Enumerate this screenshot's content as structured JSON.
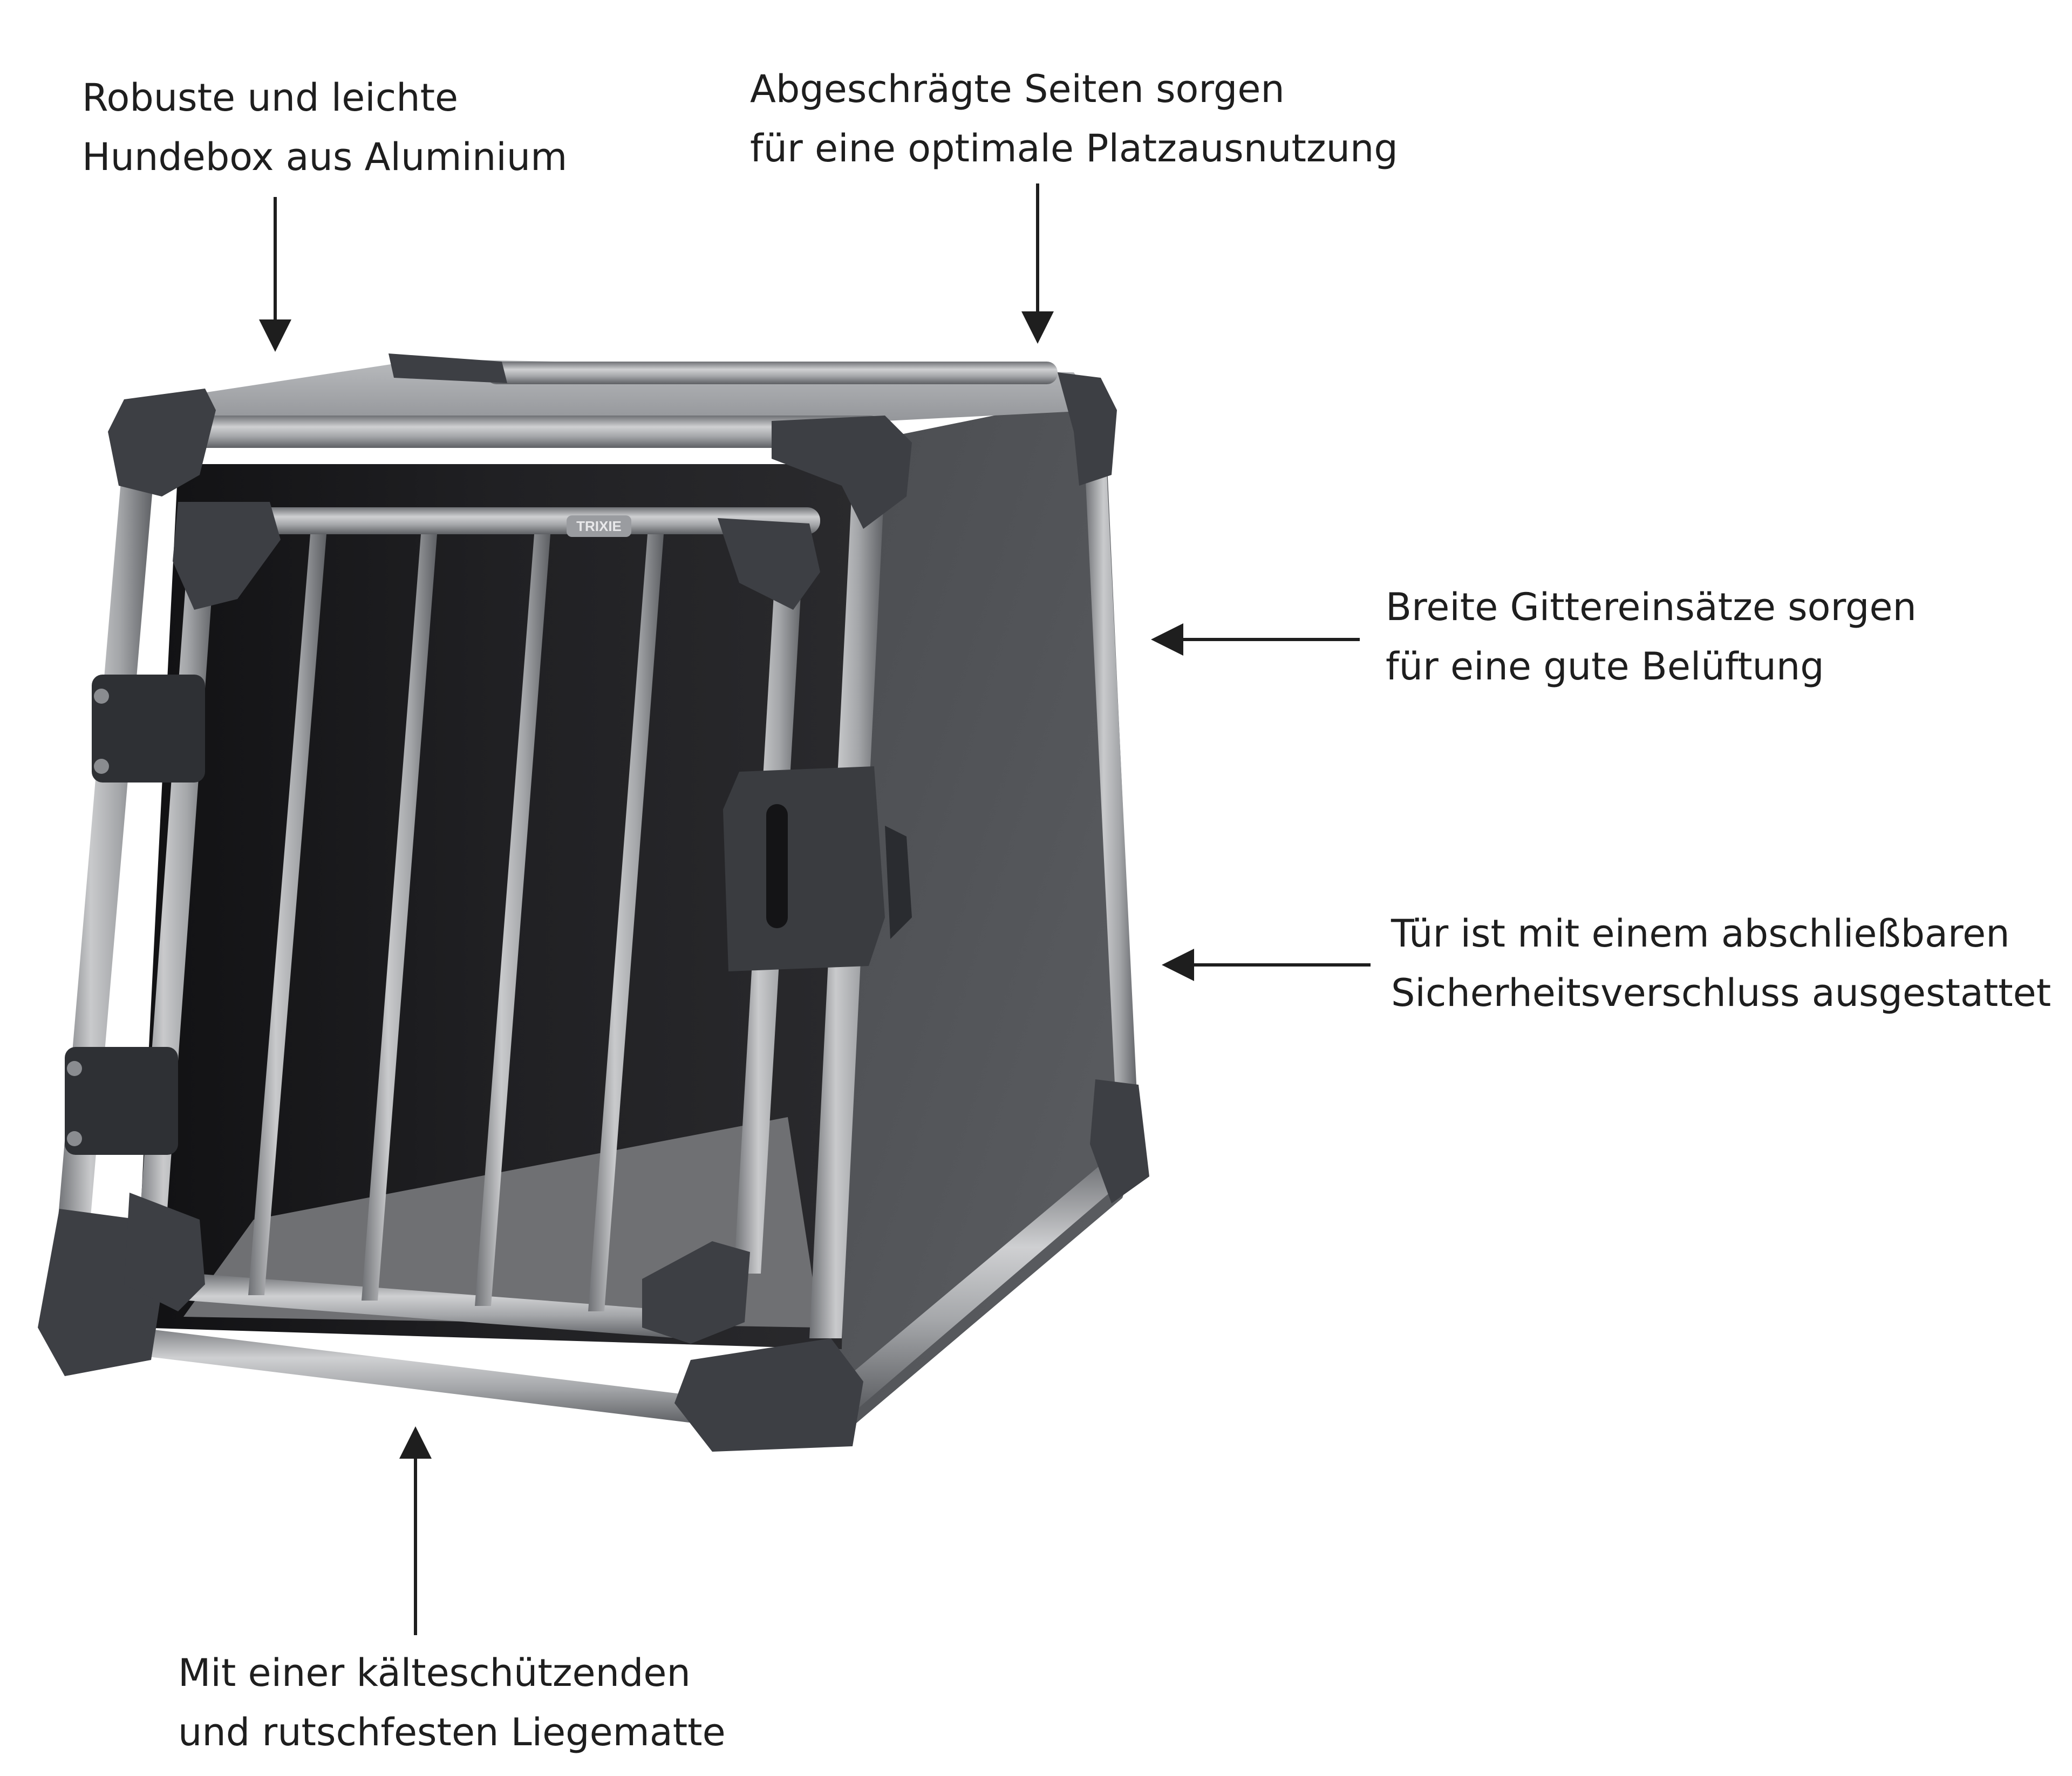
{
  "annotations": {
    "material": {
      "line1": "Robuste und leichte",
      "line2": "Hundebox aus Aluminium"
    },
    "sides": {
      "line1": "Abgeschrägte Seiten sorgen",
      "line2": "für eine optimale Platzausnutzung"
    },
    "ventilation": {
      "line1": "Breite Gittereinsätze sorgen",
      "line2": "für eine gute Belüftung"
    },
    "lock": {
      "line1": "Tür ist mit einem abschließbaren",
      "line2": "Sicherheitsverschluss ausgestattet"
    },
    "mat": {
      "line1": "Mit einer kälteschützenden",
      "line2": "und rutschfesten Liegematte"
    }
  },
  "product": {
    "brand_logo": "TRIXIE"
  },
  "colors": {
    "text": "#1e1e1e",
    "frame_dark": "#3d3f44",
    "aluminium": "#a9abae",
    "side_panel": "#55575b",
    "interior": "#1b1b1d",
    "mat": "#6f7073"
  }
}
